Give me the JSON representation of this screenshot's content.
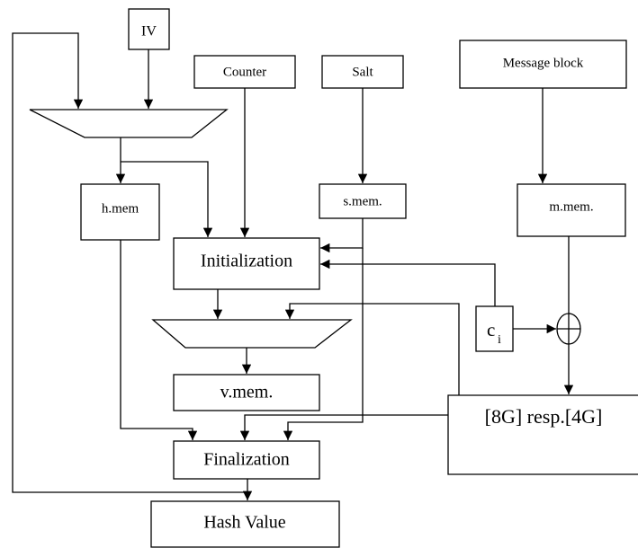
{
  "diagram": {
    "colors": {
      "stroke": "#000000",
      "background": "#ffffff"
    },
    "inputs": {
      "iv": "IV",
      "counter": "Counter",
      "salt": "Salt",
      "message_block": "Message block"
    },
    "memories": {
      "h_mem": "h.mem",
      "s_mem": "s.mem.",
      "m_mem": "m.mem.",
      "v_mem": "v.mem."
    },
    "stages": {
      "initialization": "Initialization",
      "finalization": "Finalization",
      "hash_value": "Hash Value"
    },
    "constant": {
      "base": "c",
      "subscript": "i"
    },
    "rounds": "[8G] resp.[4G]",
    "xor_symbol": "⊕"
  }
}
